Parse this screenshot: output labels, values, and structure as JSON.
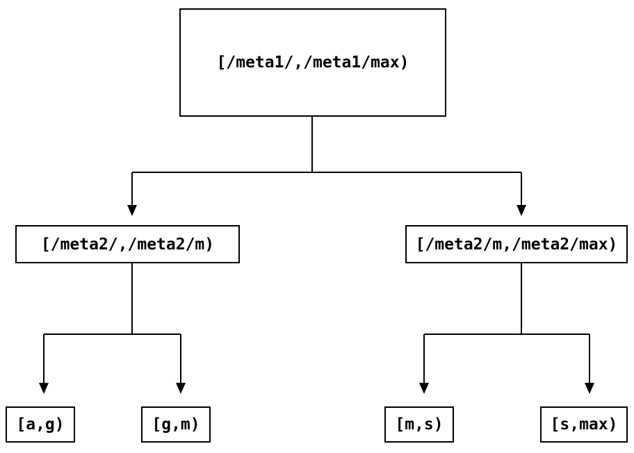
{
  "diagram": {
    "type": "tree",
    "background_color": "#ffffff",
    "line_color": "#000000",
    "box_border_color": "#000000",
    "text_color": "#000000",
    "nodes": {
      "root": {
        "label": "[/meta1/,/meta1/max)"
      },
      "left_child": {
        "label": "[/meta2/,/meta2/m)"
      },
      "right_child": {
        "label": "[/meta2/m,/meta2/max)"
      },
      "leaf_a_g": {
        "label": "[a,g)"
      },
      "leaf_g_m": {
        "label": "[g,m)"
      },
      "leaf_m_s": {
        "label": "[m,s)"
      },
      "leaf_s_max": {
        "label": "[s,max)"
      }
    },
    "edges": [
      {
        "from": "root",
        "to": "left_child"
      },
      {
        "from": "root",
        "to": "right_child"
      },
      {
        "from": "left_child",
        "to": "leaf_a_g"
      },
      {
        "from": "left_child",
        "to": "leaf_g_m"
      },
      {
        "from": "right_child",
        "to": "leaf_m_s"
      },
      {
        "from": "right_child",
        "to": "leaf_s_max"
      }
    ]
  }
}
